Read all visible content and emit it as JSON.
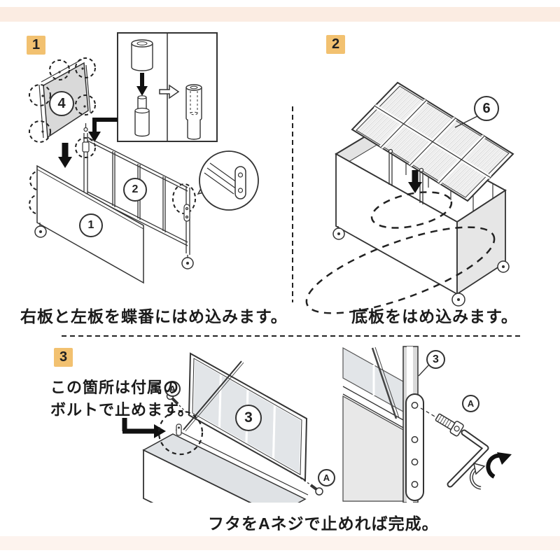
{
  "accents": {
    "top_band_color": "#fbece2",
    "bottom_band_color": "#fdf3ee",
    "badge_bg": "#f2c170",
    "badge_text_color": "#222222",
    "ink": "#333333",
    "dash_color": "#222222"
  },
  "part_labels": {
    "panel4": "4",
    "panel2": "2",
    "panel1": "1",
    "lid6": "6",
    "lid3": "3",
    "corner3": "3",
    "bolt_a": "A"
  },
  "steps": [
    {
      "number": "1",
      "caption": "右板と左板を蝶番にはめ込みます。"
    },
    {
      "number": "2",
      "caption": "底板をはめ込みます。"
    },
    {
      "number": "3",
      "note_line1": "この箇所は付属の",
      "note_line2": "ボルトで止めます。",
      "caption": "フタをAネジで止めれば完成。"
    }
  ]
}
